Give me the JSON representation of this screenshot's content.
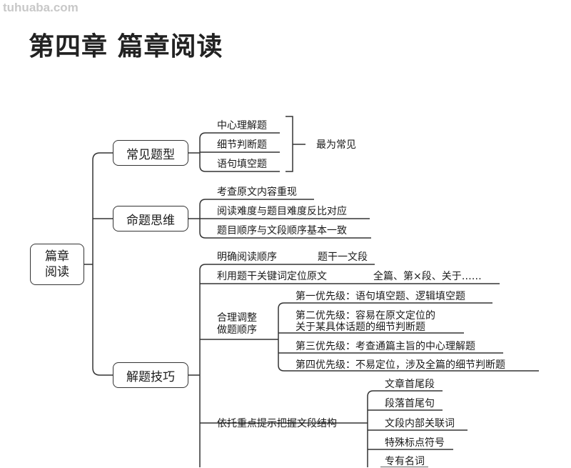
{
  "watermark": "tuhuaba.com",
  "title": "第四章 篇章阅读",
  "root": {
    "line1": "篇章",
    "line2": "阅读"
  },
  "branches": {
    "common_types": {
      "label": "常见题型",
      "items": [
        "中心理解题",
        "细节判断题",
        "语句填空题"
      ],
      "note": "最为常见"
    },
    "thinking": {
      "label": "命题思维",
      "items": [
        "考查原文内容重现",
        "阅读难度与题目难度反比对应",
        "题目顺序与文段顺序基本一致"
      ]
    },
    "skills": {
      "label": "解题技巧",
      "order": {
        "label": "明确阅读顺序",
        "detail": "题干一文段"
      },
      "locate": {
        "label": "利用题干关键词定位原文",
        "detail": "全篇、第×段、关于……"
      },
      "adjust": {
        "line1": "合理调整",
        "line2": "做题顺序",
        "priorities": [
          "第一优先级：语句填空题、逻辑填空题",
          "第二优先级：容易在原文定位的",
          "关于某具体话题的细节判断题",
          "第三优先级：考查通篇主旨的中心理解题",
          "第四优先级：不易定位，涉及全篇的细节判断题"
        ]
      },
      "structure": {
        "label": "依托重点提示把握文段结构",
        "items": [
          "文章首尾段",
          "段落首尾句",
          "文段内部关联词",
          "特殊标点符号",
          "专有名词"
        ]
      }
    }
  }
}
